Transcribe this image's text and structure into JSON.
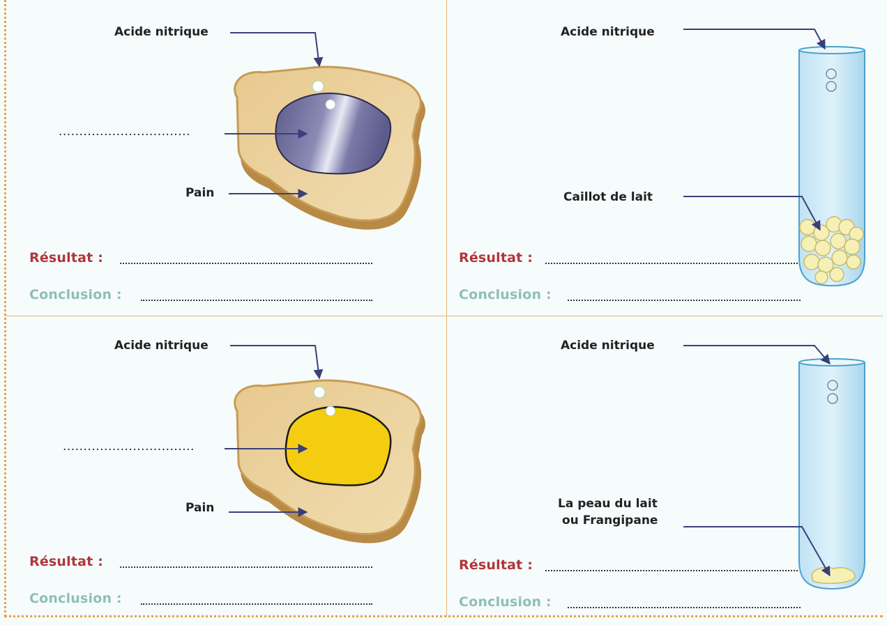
{
  "panels": {
    "top_left": {
      "acid_label": "Acide nitrique",
      "blank_label": "................................",
      "bread_label": "Pain",
      "result_label": "Résultat :",
      "conclusion_label": "Conclusion :"
    },
    "top_right": {
      "acid_label": "Acide nitrique",
      "milk_label": "Caillot de lait",
      "result_label": "Résultat :",
      "conclusion_label": "Conclusion :"
    },
    "bottom_left": {
      "acid_label": "Acide nitrique",
      "blank_label": "................................",
      "bread_label": "Pain",
      "result_label": "Résultat :",
      "conclusion_label": "Conclusion :"
    },
    "bottom_right": {
      "acid_label": "Acide nitrique",
      "skin_label_line1": "La peau du lait",
      "skin_label_line2": "ou Frangipane",
      "result_label": "Résultat :",
      "conclusion_label": "Conclusion :"
    }
  },
  "colors": {
    "result": "#b0363a",
    "conclusion": "#8fbfb6",
    "frame": "#e6a24b",
    "stain_top": "#6f6e9a",
    "stain_bottom": "#f5cd10",
    "bread": "#d9b170",
    "tube": "#c9e7f6"
  }
}
